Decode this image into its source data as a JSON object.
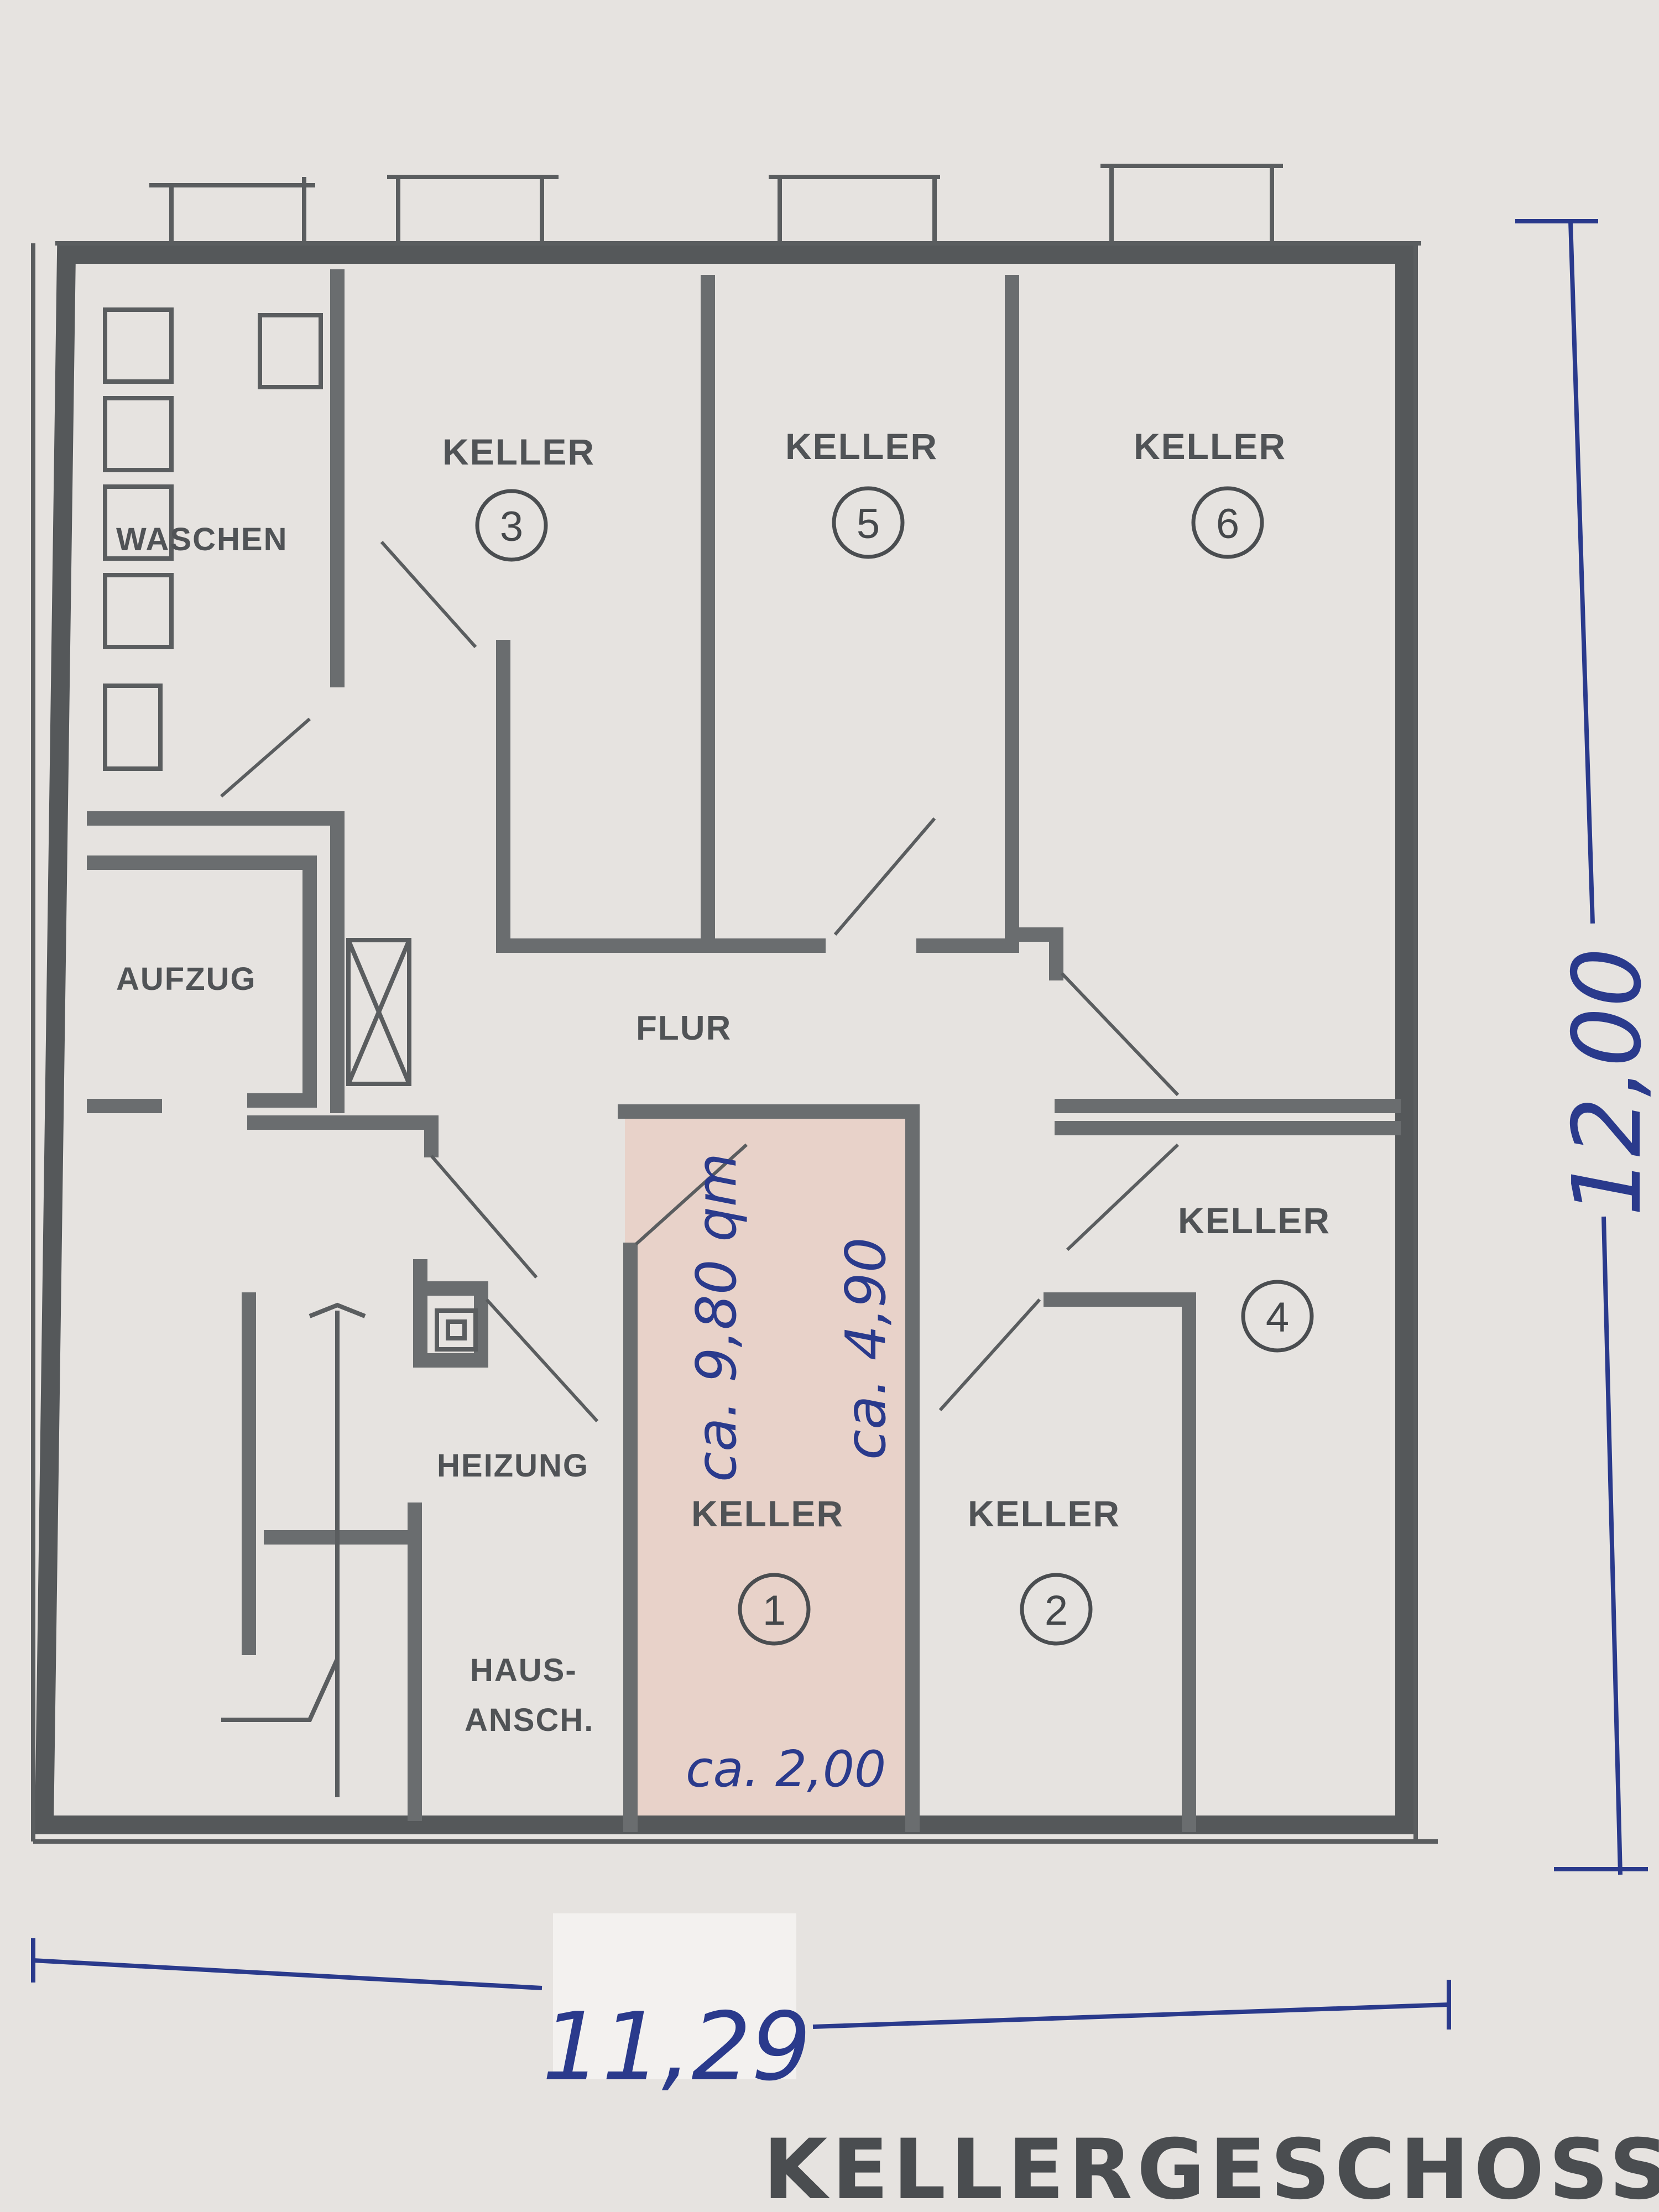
{
  "rooms": {
    "waschen": "WASCHEN",
    "aufzug": "AUFZUG",
    "flur": "FLUR",
    "heizung": "HEIZUNG",
    "hausansch_line1": "HAUS-",
    "hausansch_line2": "ANSCH.",
    "keller_label": "KELLER",
    "keller_numbers": [
      "1",
      "2",
      "3",
      "4",
      "5",
      "6"
    ]
  },
  "handwritten": {
    "area": "ca. 9,80 qm",
    "length": "ca. 4,90",
    "width": "ca. 2,00"
  },
  "dimensions": {
    "total_width": "11,29",
    "total_height": "12,00"
  },
  "title": "KELLERGESCHOSS",
  "colors": {
    "wall": "#55585a",
    "ink_blue": "#2a3a8c",
    "highlight": "#e8c4b8",
    "paper": "#e6e3e0"
  }
}
